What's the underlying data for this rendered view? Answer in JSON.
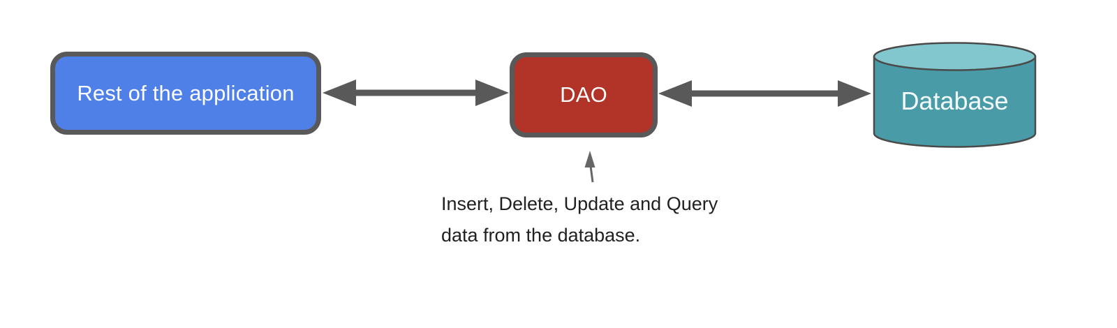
{
  "diagram": {
    "nodes": {
      "application": {
        "label": "Rest of the application"
      },
      "dao": {
        "label": "DAO"
      },
      "database": {
        "label": "Database"
      }
    },
    "annotation": {
      "line1": "Insert, Delete, Update and Query",
      "line2": "data from the database."
    },
    "colors": {
      "application_fill": "#4E80E8",
      "dao_fill": "#B23327",
      "database_body": "#4A9BA8",
      "database_top": "#82C7CE",
      "node_border": "#595959",
      "connector_arrow": "#595959",
      "annotation_arrow": "#666666",
      "node_label_text": "#FDFDFD",
      "annotation_text": "#212121",
      "background": "#FFFFFF"
    }
  }
}
